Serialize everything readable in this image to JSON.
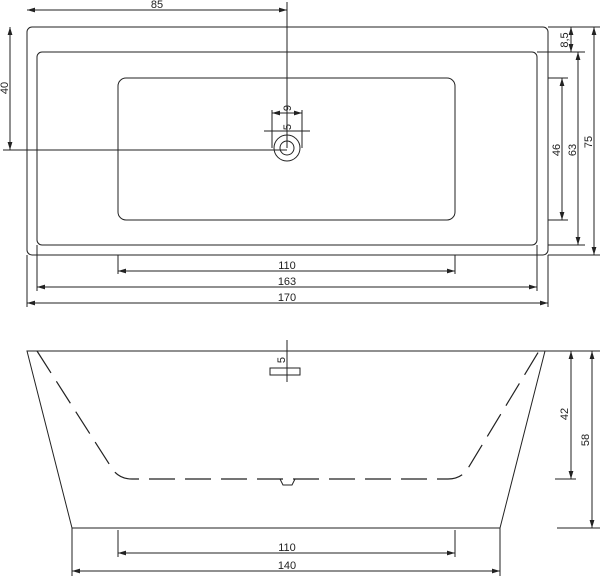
{
  "top_view": {
    "dims": {
      "drain_from_left": "85",
      "drain_from_top": "40",
      "drain_outer": "9",
      "drain_inner": "5",
      "rim_offset": "8,5",
      "basin_depth_width": "46",
      "inner_width": "63",
      "outer_width": "75",
      "basin_length": "110",
      "inner_length": "163",
      "outer_length": "170"
    }
  },
  "side_view": {
    "dims": {
      "overflow": "5",
      "inner_depth": "42",
      "height": "58",
      "base_inner": "110",
      "base_length": "140"
    }
  },
  "colors": {
    "line": "#222222",
    "background": "#ffffff"
  }
}
